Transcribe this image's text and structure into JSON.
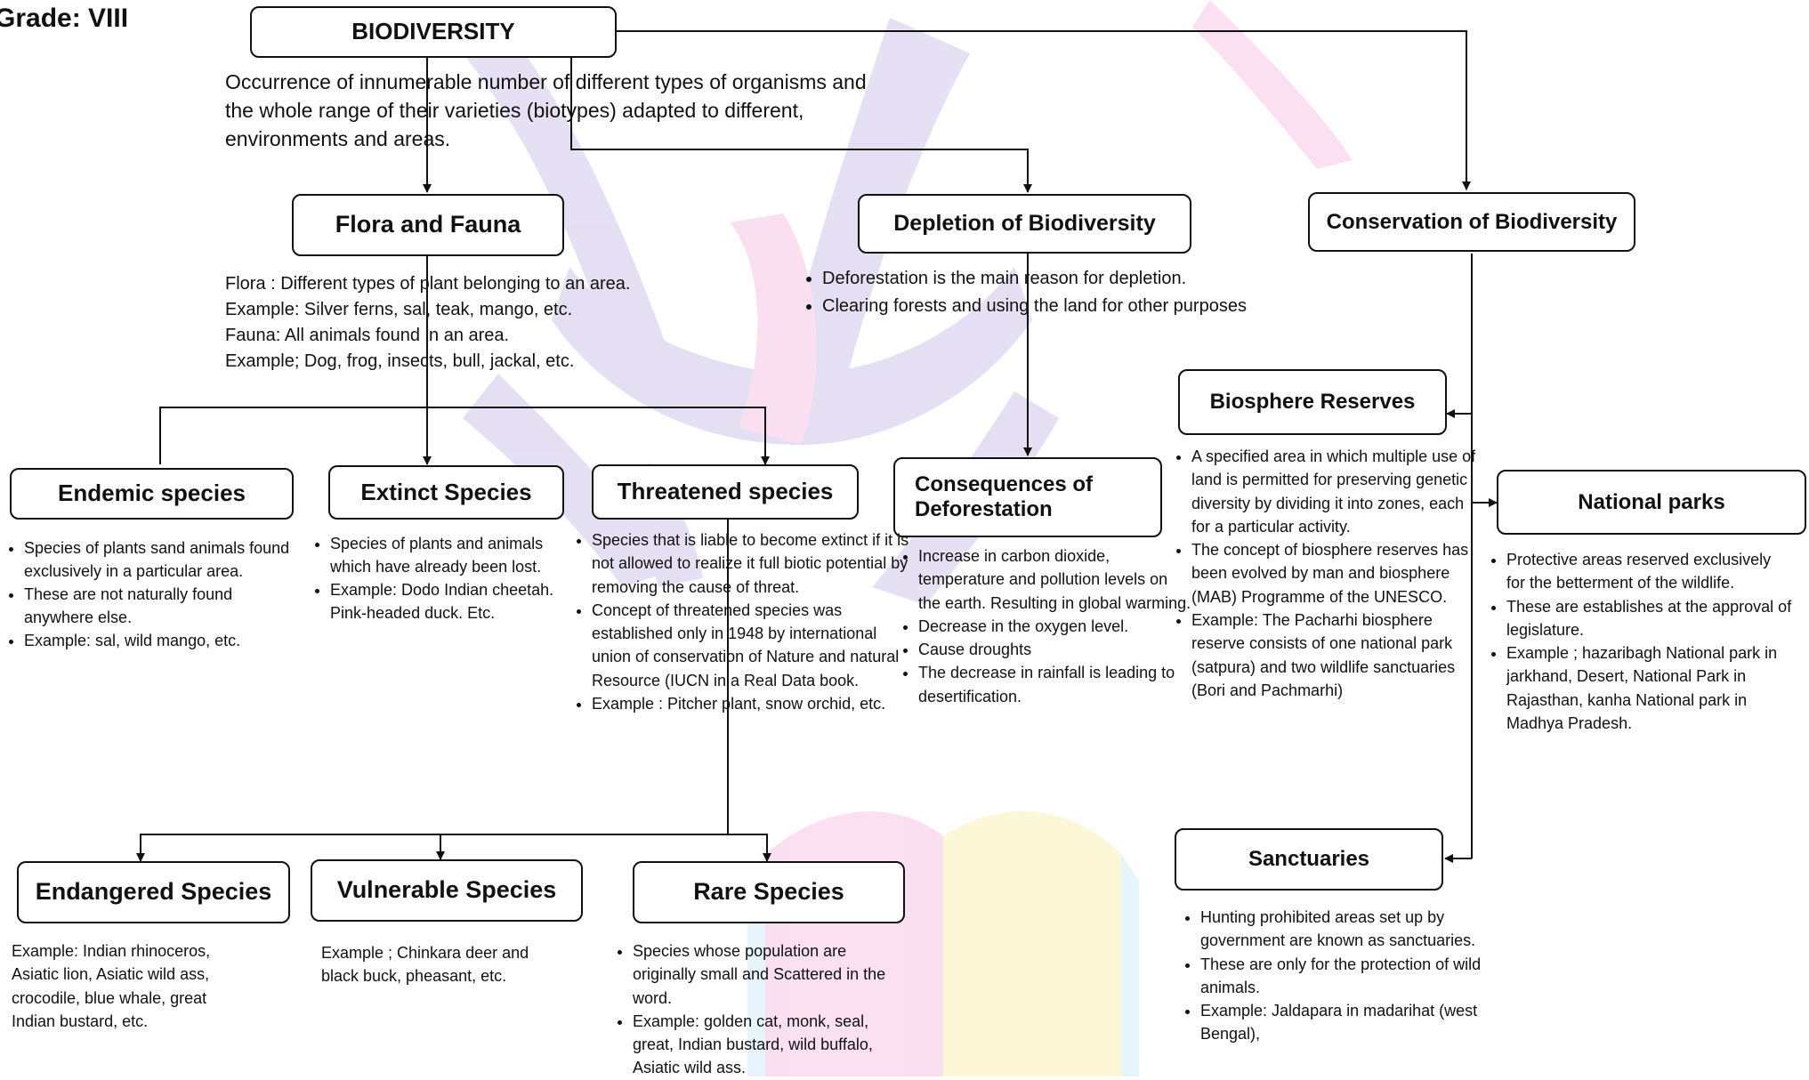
{
  "grade_label": "Grade: VIII",
  "root": {
    "title": "BIODIVERSITY",
    "definition": [
      "Occurrence of innumerable number of different types of organisms and",
      "the whole range of their varieties (biotypes) adapted to different,",
      "environments and areas."
    ]
  },
  "flora_fauna": {
    "title": "Flora and Fauna",
    "lines": [
      "Flora : Different types of plant belonging to an area.",
      "Example: Silver ferns, sal, teak, mango, etc.",
      "Fauna: All animals found in an area.",
      "Example; Dog, frog, insects, bull, jackal, etc."
    ]
  },
  "depletion": {
    "title": "Depletion of Biodiversity",
    "bullets": [
      "Deforestation is the main reason for depletion.",
      "Clearing forests and using the land for other purposes"
    ]
  },
  "conservation": {
    "title": "Conservation of Biodiversity"
  },
  "endemic": {
    "title": "Endemic species",
    "bullets": [
      "Species of plants sand animals found exclusively in a particular area.",
      "These are not naturally found anywhere else.",
      "Example: sal, wild mango, etc."
    ]
  },
  "extinct": {
    "title": "Extinct Species",
    "bullets": [
      "Species of plants and animals which have already been lost.",
      "Example: Dodo Indian cheetah. Pink-headed duck. Etc."
    ]
  },
  "threatened": {
    "title": "Threatened species",
    "bullets": [
      "Species that is liable to become extinct if it  is not allowed to realize it full biotic potential by removing the cause of threat.",
      "Concept of threatened species was established only in 1948 by international union of conservation of Nature and natural Resource (IUCN in a Real Data book.",
      "Example : Pitcher plant, snow orchid, etc."
    ]
  },
  "consequences": {
    "title": "Consequences of Deforestation",
    "bullets": [
      "Increase in carbon dioxide, temperature and pollution levels on the earth. Resulting in global warming.",
      "Decrease in the oxygen level.",
      "Cause droughts",
      "The decrease in rainfall is leading to desertification."
    ]
  },
  "biosphere": {
    "title": "Biosphere Reserves",
    "bullets": [
      "A specified area in which multiple use of land is permitted for preserving genetic diversity by dividing it into zones, each for a particular activity.",
      "The concept of biosphere reserves has been evolved by man and biosphere (MAB) Programme of the UNESCO.",
      "Example: The Pacharhi biosphere reserve consists of one national park (satpura) and two wildlife sanctuaries (Bori and Pachmarhi)"
    ]
  },
  "national_parks": {
    "title": "National parks",
    "bullets": [
      " Protective areas reserved exclusively for the betterment of the wildlife.",
      "These are establishes at the approval of legislature.",
      "Example ; hazaribagh National park in jarkhand, Desert, National Park in Rajasthan, kanha National park in Madhya Pradesh."
    ]
  },
  "endangered": {
    "title": "Endangered Species",
    "lines": [
      "Example: Indian rhinoceros,",
      "Asiatic lion, Asiatic wild ass,",
      "crocodile, blue whale, great",
      "Indian bustard, etc."
    ]
  },
  "vulnerable": {
    "title": "Vulnerable Species",
    "lines": [
      "Example ; Chinkara deer and",
      "black buck, pheasant, etc."
    ]
  },
  "rare": {
    "title": "Rare Species",
    "bullets": [
      "Species whose population are originally small and Scattered in the word.",
      "Example: golden cat, monk, seal, great, Indian bustard, wild buffalo, Asiatic wild ass."
    ]
  },
  "sanctuaries": {
    "title": "Sanctuaries",
    "bullets": [
      "Hunting prohibited areas set up by government are known as sanctuaries.",
      "These are only for the protection of wild animals.",
      "Example: Jaldapara in madarihat (west Bengal),"
    ]
  },
  "colors": {
    "watermark_purple": "#cfc6ea",
    "watermark_pink": "#f7c6e6",
    "watermark_yellow": "#fbf1b8",
    "watermark_blue": "#d4ecfb",
    "line": "#111111"
  }
}
